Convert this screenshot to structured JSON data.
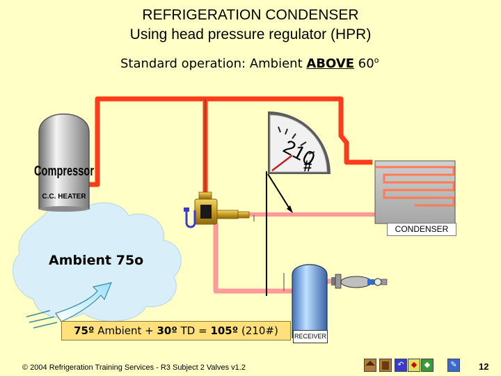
{
  "title_line1": "REFRIGERATION CONDENSER",
  "title_line2": "Using head pressure regulator (HPR)",
  "subtitle": {
    "prefix": "Standard operation: Ambient ",
    "emphasis": "ABOVE",
    "suffix": " 60",
    "degree": "o"
  },
  "compressor": {
    "label": "Compressor",
    "heater_label": "C.C. HEATER"
  },
  "gauge": {
    "reading": "210",
    "unit": "#"
  },
  "condenser_label": "CONDENSER",
  "ambient_label": "Ambient 75o",
  "equation": {
    "ambient_value": "75º",
    "ambient_text": " Ambient + ",
    "td_value": "30º",
    "td_text": " TD = ",
    "result_value": "105º",
    "result_text": " (210#)"
  },
  "receiver_label": "RECEIVER",
  "footer": "© 2004 Refrigeration Training Services - R3 Subject 2 Valves v1.2",
  "page_number": "12",
  "colors": {
    "background": "#ffffc6",
    "hot_line": "#ff3b1a",
    "liquid_line": "#ff9a9a",
    "condenser_box": "#b3b3b3",
    "cloud": "#d9f0f8",
    "equation_box": "#ffe07a"
  },
  "nav_icons": [
    "home-icon",
    "back-icon",
    "return-icon",
    "prev-icon",
    "next-icon",
    "pencil-icon"
  ]
}
